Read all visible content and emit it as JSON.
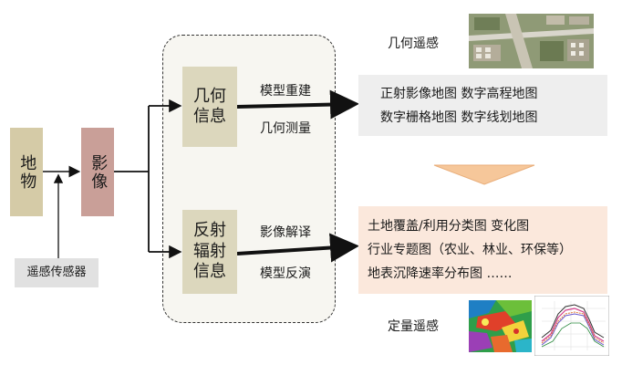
{
  "diagram": {
    "ground_object": "地物",
    "image": "影像",
    "sensor": "遥感传感器",
    "geometric_info": "几何信息",
    "radiometric_info": "反射辐射信息",
    "geometric_edge_labels": [
      "模型重建",
      "几何测量"
    ],
    "radiometric_edge_labels": [
      "影像解译",
      "模型反演"
    ],
    "geometric_heading": "几何遥感",
    "quantitative_heading": "定量遥感",
    "geometric_products": [
      "正射影像地图  数字高程地图",
      "数字栅格地图  数字线划地图"
    ],
    "quantitative_products": [
      "土地覆盖/利用分类图  变化图",
      "行业专题图（农业、林业、环保等）",
      "地表沉降速率分布图    ……"
    ],
    "colors": {
      "ground_box": "#d5cba7",
      "image_box": "#c99f98",
      "info_box": "#dcd7bd",
      "geo_product_box": "#eeeeee",
      "quant_product_box": "#fbe8dc",
      "down_arrow": "#f6c79a"
    },
    "icons": [
      "satellite-photo-icon",
      "heatmap-icon",
      "spectral-chart-icon"
    ]
  }
}
